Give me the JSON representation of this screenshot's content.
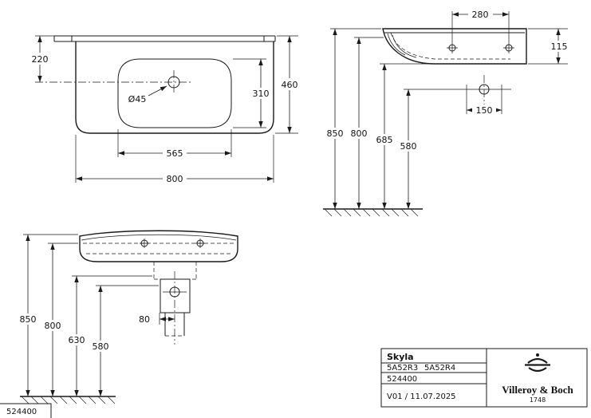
{
  "page": {
    "background": "#ffffff",
    "line_color": "#1a1a1a"
  },
  "views": {
    "top": {
      "dim_back_to_hole": "220",
      "dim_depth": "460",
      "dim_bowl_depth": "310",
      "dim_bowl_width": "565",
      "dim_width": "800",
      "tap_hole_diameter": "Ø45"
    },
    "side": {
      "dim_hole_spacing": "280",
      "dim_apron_height": "115",
      "dim_fixing_spacing": "150",
      "dim_height_rim": "850",
      "dim_height_800": "800",
      "dim_height_685": "685",
      "dim_height_580": "580"
    },
    "front": {
      "dim_height_rim": "850",
      "dim_height_800": "800",
      "dim_height_630": "630",
      "dim_height_580": "580",
      "dim_outlet_offset": "80"
    }
  },
  "sheet": {
    "code": "524400"
  },
  "title_block": {
    "product_name": "Skyla",
    "model_code_1": "5A52R3",
    "model_code_2": "5A52R4",
    "article_number": "524400",
    "version_date": "V01 / 11.07.2025",
    "brand_name": "Villeroy & Boch",
    "brand_year": "1748"
  }
}
